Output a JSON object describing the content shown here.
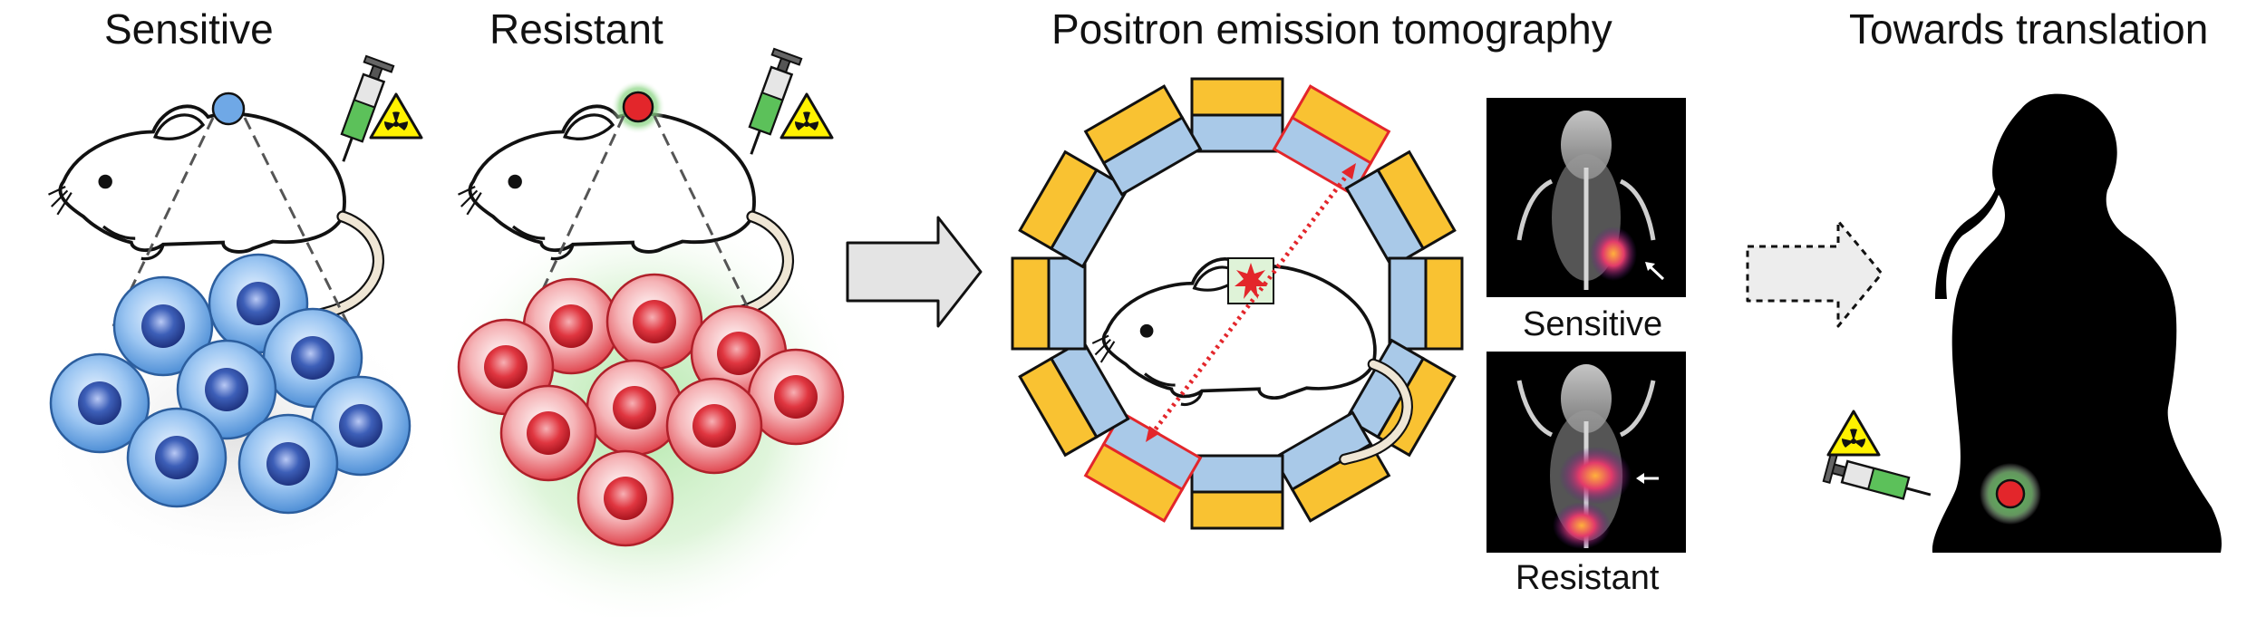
{
  "headings": {
    "sensitive": "Sensitive",
    "resistant": "Resistant",
    "pet": "Positron emission tomography",
    "translation": "Towards translation"
  },
  "pet_captions": {
    "sensitive": "Sensitive",
    "resistant": "Resistant"
  },
  "colors": {
    "sensitive_cell": "#6fa8e6",
    "resistant_cell": "#e2474f",
    "tumor_glow": "#7fd07a",
    "detector_yellow": "#f9c232",
    "detector_blue": "#a9c9e8",
    "highlight_red": "#e3262b",
    "hazard_yellow": "#fff200"
  },
  "icons": [
    "syringe-icon",
    "radiation-hazard-icon",
    "mouse-icon",
    "human-silhouette-icon",
    "arrow-right-icon"
  ]
}
